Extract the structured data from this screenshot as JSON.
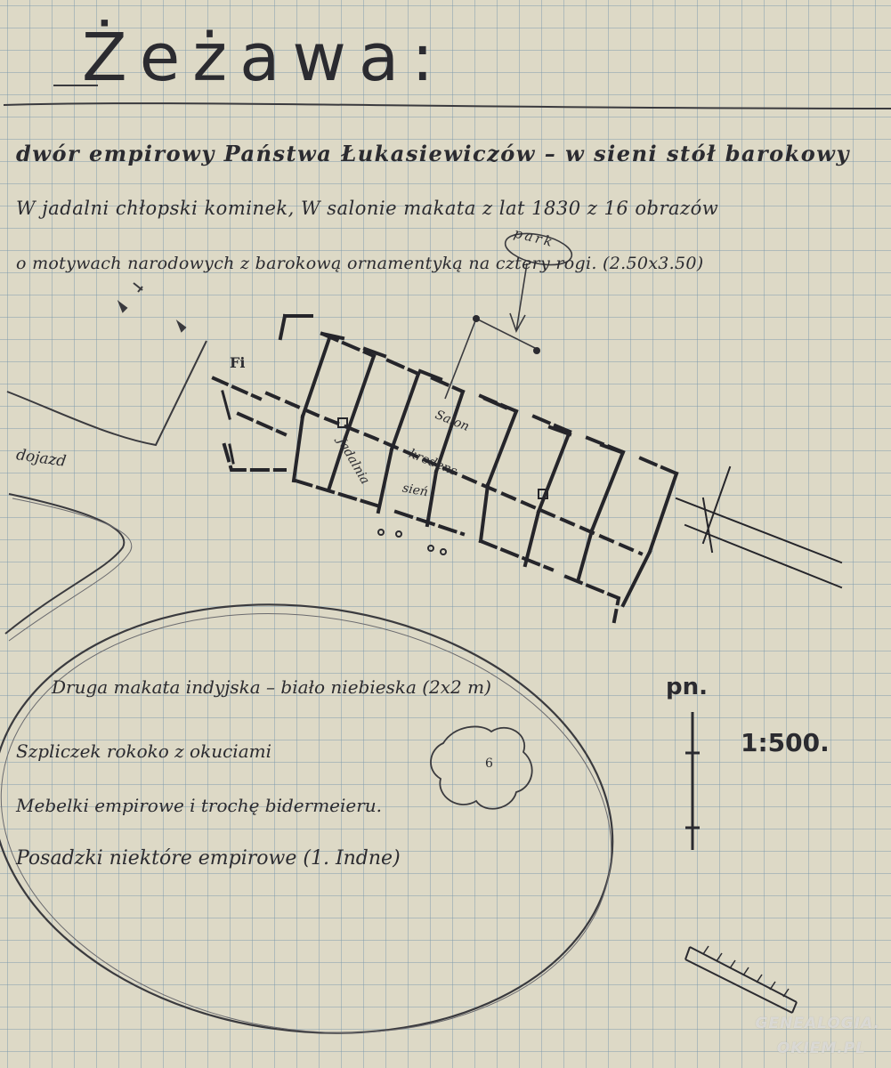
{
  "title": "Żeżawa:",
  "lines": {
    "line1": "dwór empirowy Państwa Łukasiewiczów – w sieni stół barokowy",
    "line2": "W jadalni chłopski kominek, W salonie makata z lat 1830 z 16 obrazów",
    "line3": "o motywach narodowych z barokową ornamentyką na cztery rogi. (2.50x3.50)"
  },
  "plan_labels": {
    "dojazd": "dojazd",
    "park": "park",
    "salon": "Salon",
    "kredens": "kredens",
    "jadalnia": "Jadalnia",
    "sien": "sień",
    "fi": "Fi"
  },
  "north": "pn.",
  "scale": "1:500.",
  "inventory": [
    "Druga makata indyjska – biało niebieska (2x2 m)",
    "Szpliczek rokoko z okuciami",
    "Mebelki empirowe i trochę bidermeieru.",
    "Posadzki niektóre empirowe (1. Indne)"
  ],
  "watermark": {
    "line1": "GENEALOGIA.",
    "line2": "OKIEM.PL"
  }
}
